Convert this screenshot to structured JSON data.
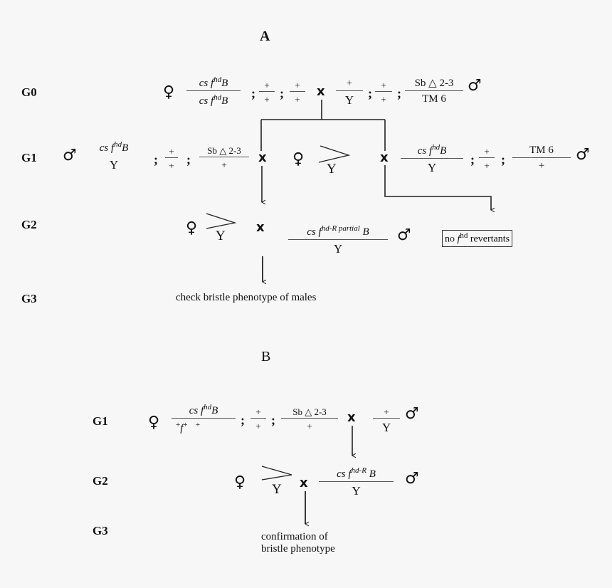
{
  "panel_a": {
    "label": "A",
    "generations": [
      "G0",
      "G1",
      "G2",
      "G3"
    ],
    "g0": {
      "female_symbol": "♀",
      "x1": {
        "num": "cs  f",
        "num_sup": "hd",
        "num_end": "B",
        "den": "cs  f",
        "den_sup": "hd",
        "den_end": "B"
      },
      "chr2": {
        "num": "+",
        "den": "+"
      },
      "chr3": {
        "num": "+",
        "den": "+"
      },
      "cross": "x",
      "m_x": {
        "num": "+",
        "den": "Y"
      },
      "m_chr2": {
        "num": "+",
        "den": "+"
      },
      "m_chr3": {
        "num": "Sb △ 2-3",
        "den": "TM 6"
      },
      "male_symbol": "♂",
      "separator": ";"
    },
    "g1_left": {
      "male_symbol": "♂",
      "x1": {
        "num": "cs  f",
        "num_sup": "hd",
        "num_end": "B",
        "den": "Y"
      },
      "chr2": {
        "num": "+",
        "den": "+"
      },
      "chr3": {
        "num": "Sb △ 2-3",
        "den": "+"
      },
      "cross": "x"
    },
    "g1_center": {
      "female_symbol": "♀",
      "den": "Y"
    },
    "g1_right": {
      "cross": "x",
      "x1": {
        "num": "cs  f",
        "num_sup": "hd",
        "num_end": "B",
        "den": "Y"
      },
      "chr2": {
        "num": "+",
        "den": "+"
      },
      "chr3": {
        "num": "TM 6",
        "den": "+"
      },
      "male_symbol": "♂"
    },
    "g2": {
      "female_symbol": "♀",
      "den": "Y",
      "cross": "x",
      "x1": {
        "num": "cs  f",
        "num_sup": "hd-R partial",
        "num_end": "B",
        "den": "Y"
      },
      "male_symbol": "♂",
      "result_box": {
        "pre": "no ",
        "f": "f",
        "sup": "hd",
        "post": "revertants"
      }
    },
    "g3": {
      "text": "check bristle phenotype of males"
    }
  },
  "panel_b": {
    "label": "B",
    "generations": [
      "G1",
      "G2",
      "G3"
    ],
    "g1": {
      "female_symbol": "♀",
      "x1": {
        "num": "cs  f",
        "num_sup": "hd",
        "num_end": "B",
        "den_a": "+",
        "den_f": "f",
        "den_sup": "+",
        "den_b": "+"
      },
      "chr2": {
        "num": "+",
        "den": "+"
      },
      "chr3": {
        "num": "Sb △ 2-3",
        "den": "+"
      },
      "cross": "x",
      "m_x": {
        "num": "+",
        "den": "Y"
      },
      "male_symbol": "♂"
    },
    "g2": {
      "female_symbol": "♀",
      "den": "Y",
      "cross": "x",
      "x1": {
        "num": "cs  f",
        "num_sup": "hd-R",
        "num_end": "B",
        "den": "Y"
      },
      "male_symbol": "♂"
    },
    "g3": {
      "line1": "confirmation of",
      "line2": "bristle phenotype"
    }
  }
}
